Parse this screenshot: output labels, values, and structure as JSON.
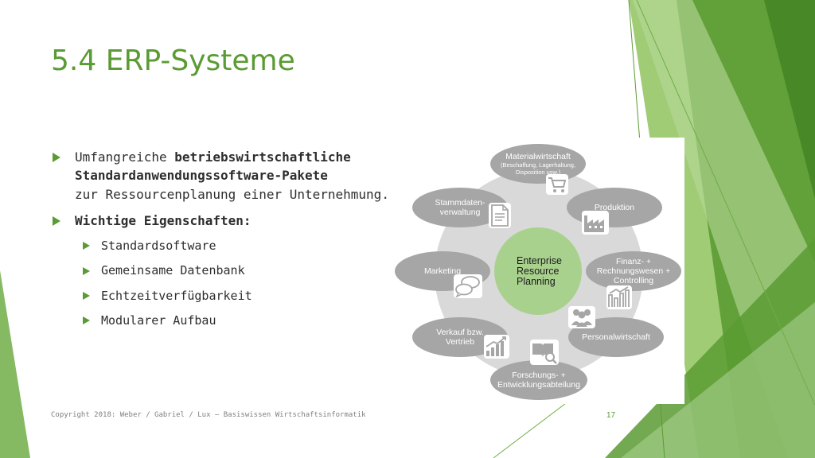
{
  "slide": {
    "title": "5.4 ERP-Systeme",
    "bullets": {
      "b1_text1": "Umfangreiche ",
      "b1_bold1": "betriebswirtschaftliche",
      "b1_bold2": "Standardanwendungssoftware-Pakete",
      "b1_text2": "zur Ressourcenplanung einer Unternehmung.",
      "b2_bold": "Wichtige Eigenschaften:",
      "subitems": [
        "Standardsoftware",
        "Gemeinsame Datenbank",
        "Echtzeitverfügbarkeit",
        "Modularer Aufbau"
      ]
    },
    "footer": "Copyright 2018: Weber / Gabriel / Lux – Basiswissen Wirtschaftsinformatik",
    "page_number": "17"
  },
  "diagram": {
    "center": [
      "Enterprise",
      "Resource",
      "Planning"
    ],
    "nodes": {
      "materialwirtschaft": {
        "label": "Materialwirtschaft",
        "sub1": "(Beschaffung, Lagerhaltung,",
        "sub2": "Disposition usw.)"
      },
      "produktion": {
        "label": "Produktion"
      },
      "finanz": {
        "l1": "Finanz- +",
        "l2": "Rechnungswesen +",
        "l3": "Controlling"
      },
      "personal": {
        "label": "Personalwirtschaft"
      },
      "forschung": {
        "l1": "Forschungs- +",
        "l2": "Entwicklungsabteilung"
      },
      "verkauf": {
        "l1": "Verkauf bzw.",
        "l2": "Vertrieb"
      },
      "marketing": {
        "label": "Marketing"
      },
      "stammdaten": {
        "l1": "Stammdaten-",
        "l2": "verwaltung"
      }
    },
    "icons": [
      "cart-icon",
      "factory-icon",
      "chart-growth-icon",
      "people-icon",
      "book-search-icon",
      "bar-chart-up-icon",
      "speech-bubbles-icon",
      "document-icon"
    ]
  },
  "colors": {
    "accent": "#5b9b33",
    "node_gray": "#a6a6a6",
    "ring_gray": "#d9d9d9",
    "center_green": "#a9d18e"
  }
}
